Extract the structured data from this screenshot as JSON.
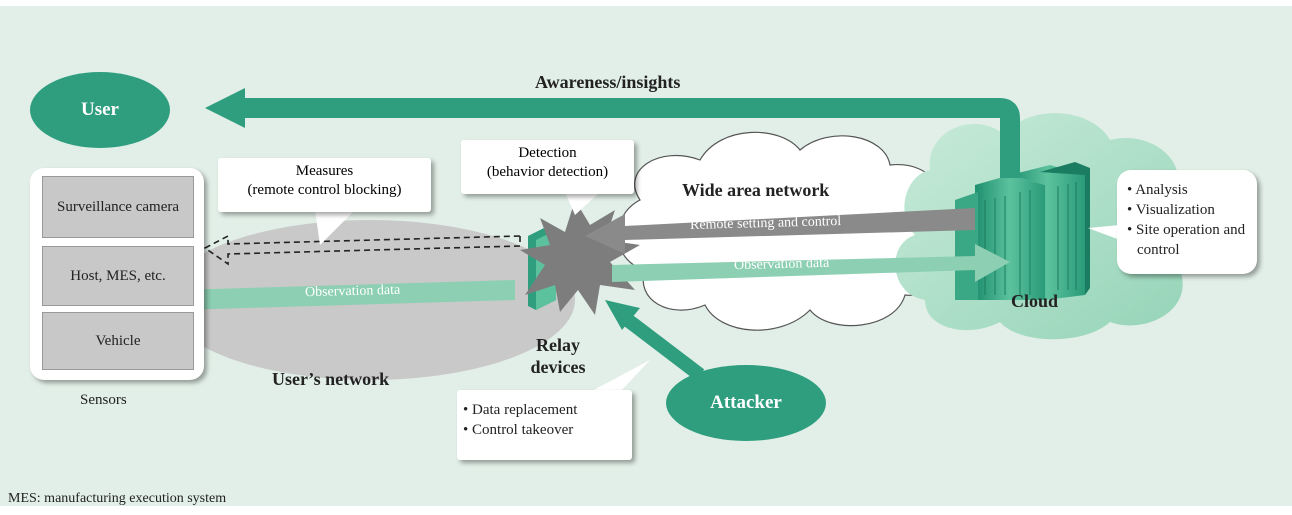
{
  "diagram": {
    "user": "User",
    "awareness": "Awareness/insights",
    "sensors": {
      "items": [
        "Surveillance camera",
        "Host, MES, etc.",
        "Vehicle"
      ],
      "caption": "Sensors"
    },
    "measures": {
      "line1": "Measures",
      "line2": "(remote control blocking)"
    },
    "detection": {
      "line1": "Detection",
      "line2": "(behavior detection)"
    },
    "wan": "Wide area network",
    "remote_setting": "Remote setting and control",
    "observation_wan": "Observation data",
    "observation_user": "Observation data",
    "users_network": "User’s network",
    "relay": {
      "line1": "Relay",
      "line2": "devices"
    },
    "attacker": "Attacker",
    "attacks": [
      "Data replacement",
      "Control takeover"
    ],
    "cloud": "Cloud",
    "cloud_functions": [
      "Analysis",
      "Visualization",
      "Site operation and control"
    ],
    "footnote": "MES: manufacturing execution system"
  },
  "colors": {
    "background": "#e2efe8",
    "teal": "#2f9e7e",
    "light_teal": "#8ccfb3",
    "network_gray": "#c9c9c9",
    "arrow_gray": "#8a8a8a"
  }
}
